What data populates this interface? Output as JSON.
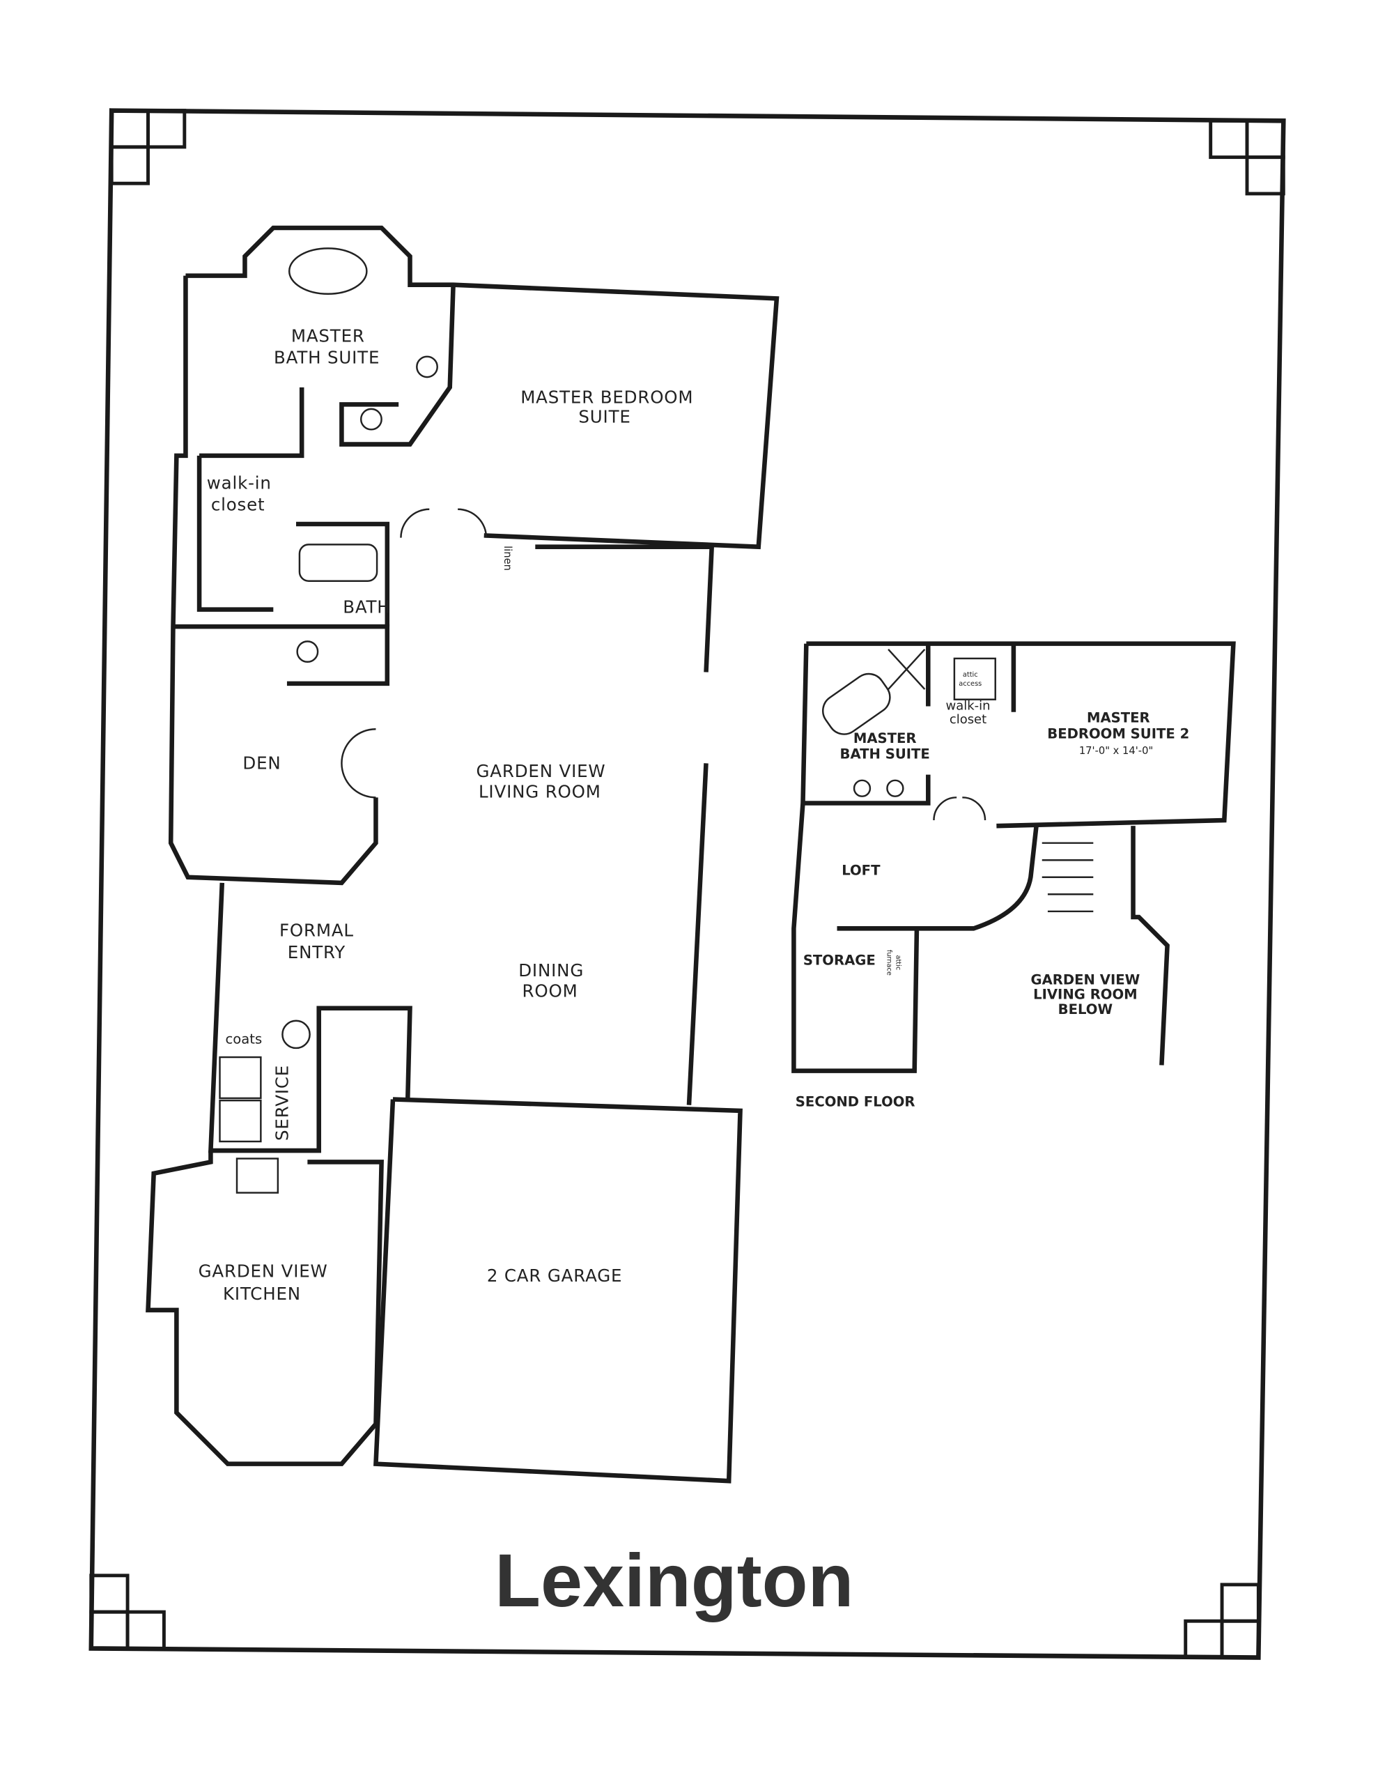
{
  "title": "Lexington",
  "first_floor": {
    "rooms": {
      "master_bath": [
        "MASTER",
        "BATH SUITE"
      ],
      "master_bedroom": [
        "MASTER BEDROOM",
        "SUITE"
      ],
      "walk_in_closet": [
        "walk-in",
        "closet"
      ],
      "linen": "linen",
      "bath": "BATH",
      "den": "DEN",
      "living_room": [
        "GARDEN VIEW",
        "LIVING ROOM"
      ],
      "formal_entry": [
        "FORMAL",
        "ENTRY"
      ],
      "dining_room": [
        "DINING",
        "ROOM"
      ],
      "coats": "coats",
      "service": "SERVICE",
      "kitchen": [
        "GARDEN VIEW",
        "KITCHEN"
      ],
      "garage": "2 CAR GARAGE"
    }
  },
  "second_floor": {
    "label": "SECOND FLOOR",
    "rooms": {
      "attic_access": [
        "attic",
        "access"
      ],
      "walk_in_closet": [
        "walk-in",
        "closet"
      ],
      "master_bath": [
        "MASTER",
        "BATH SUITE"
      ],
      "master_bedroom_2": [
        "MASTER",
        "BEDROOM SUITE 2"
      ],
      "master_bedroom_2_dims": "17'-0\" x 14'-0\"",
      "loft": "LOFT",
      "storage": "STORAGE",
      "furnace": [
        "attic",
        "furnace"
      ],
      "living_below": [
        "GARDEN VIEW",
        "LIVING ROOM",
        "BELOW"
      ]
    }
  }
}
